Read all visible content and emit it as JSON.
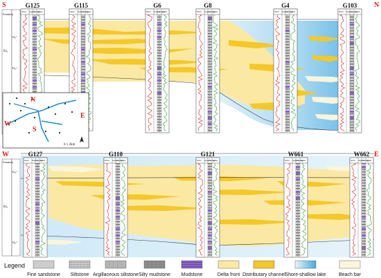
{
  "colors": {
    "delta_front": "#fbe9a3",
    "distributary_channel": "#f5c827",
    "shore_lake_light": "#dff1fb",
    "shore_lake_dark": "#7cc3e9",
    "beach_bar": "#fbf5dc",
    "mudstone": "#8b63c9",
    "sp_curve": "#d0201a",
    "gr_curve": "#2a9a3a",
    "direction_red": "#d0201a"
  },
  "top_section": {
    "start_dir": "S",
    "end_dir": "N",
    "wells": [
      "G125",
      "G115",
      "G6",
      "G8",
      "G4",
      "G103"
    ]
  },
  "bottom_section": {
    "start_dir": "W",
    "end_dir": "E",
    "wells": [
      "G127",
      "G110",
      "G121",
      "W661",
      "W662"
    ]
  },
  "column_headers": {
    "formation": "Formation",
    "sub_formation": "Sub-formation",
    "sp": "SP/mv",
    "depth": "Depth/m",
    "lithology": "Lithology",
    "rt": "Rt/Ωm"
  },
  "units": {
    "es1": "Es₁",
    "es1_upper": "Es₁¹",
    "es1_lower": "Es₁²"
  },
  "inset_map": {
    "north": "N",
    "west": "W",
    "east": "E",
    "south": "S",
    "scale": "0 1 2km"
  },
  "legend": {
    "title": "Legend",
    "items": [
      {
        "label": "Fine sandstone",
        "key": "fine"
      },
      {
        "label": "Siltstone",
        "key": "silt"
      },
      {
        "label": "Argillaceous siltstone",
        "key": "argsilt"
      },
      {
        "label": "Silty mudstone",
        "key": "siltymud"
      },
      {
        "label": "Mudstone",
        "key": "mud"
      },
      {
        "label": "Delta front",
        "key": "deltafront"
      },
      {
        "label": "Distributary channel",
        "key": "channel"
      },
      {
        "label": "Shore-shallow lake",
        "key": "lake"
      },
      {
        "label": "Beach bar",
        "key": "beach"
      }
    ]
  }
}
